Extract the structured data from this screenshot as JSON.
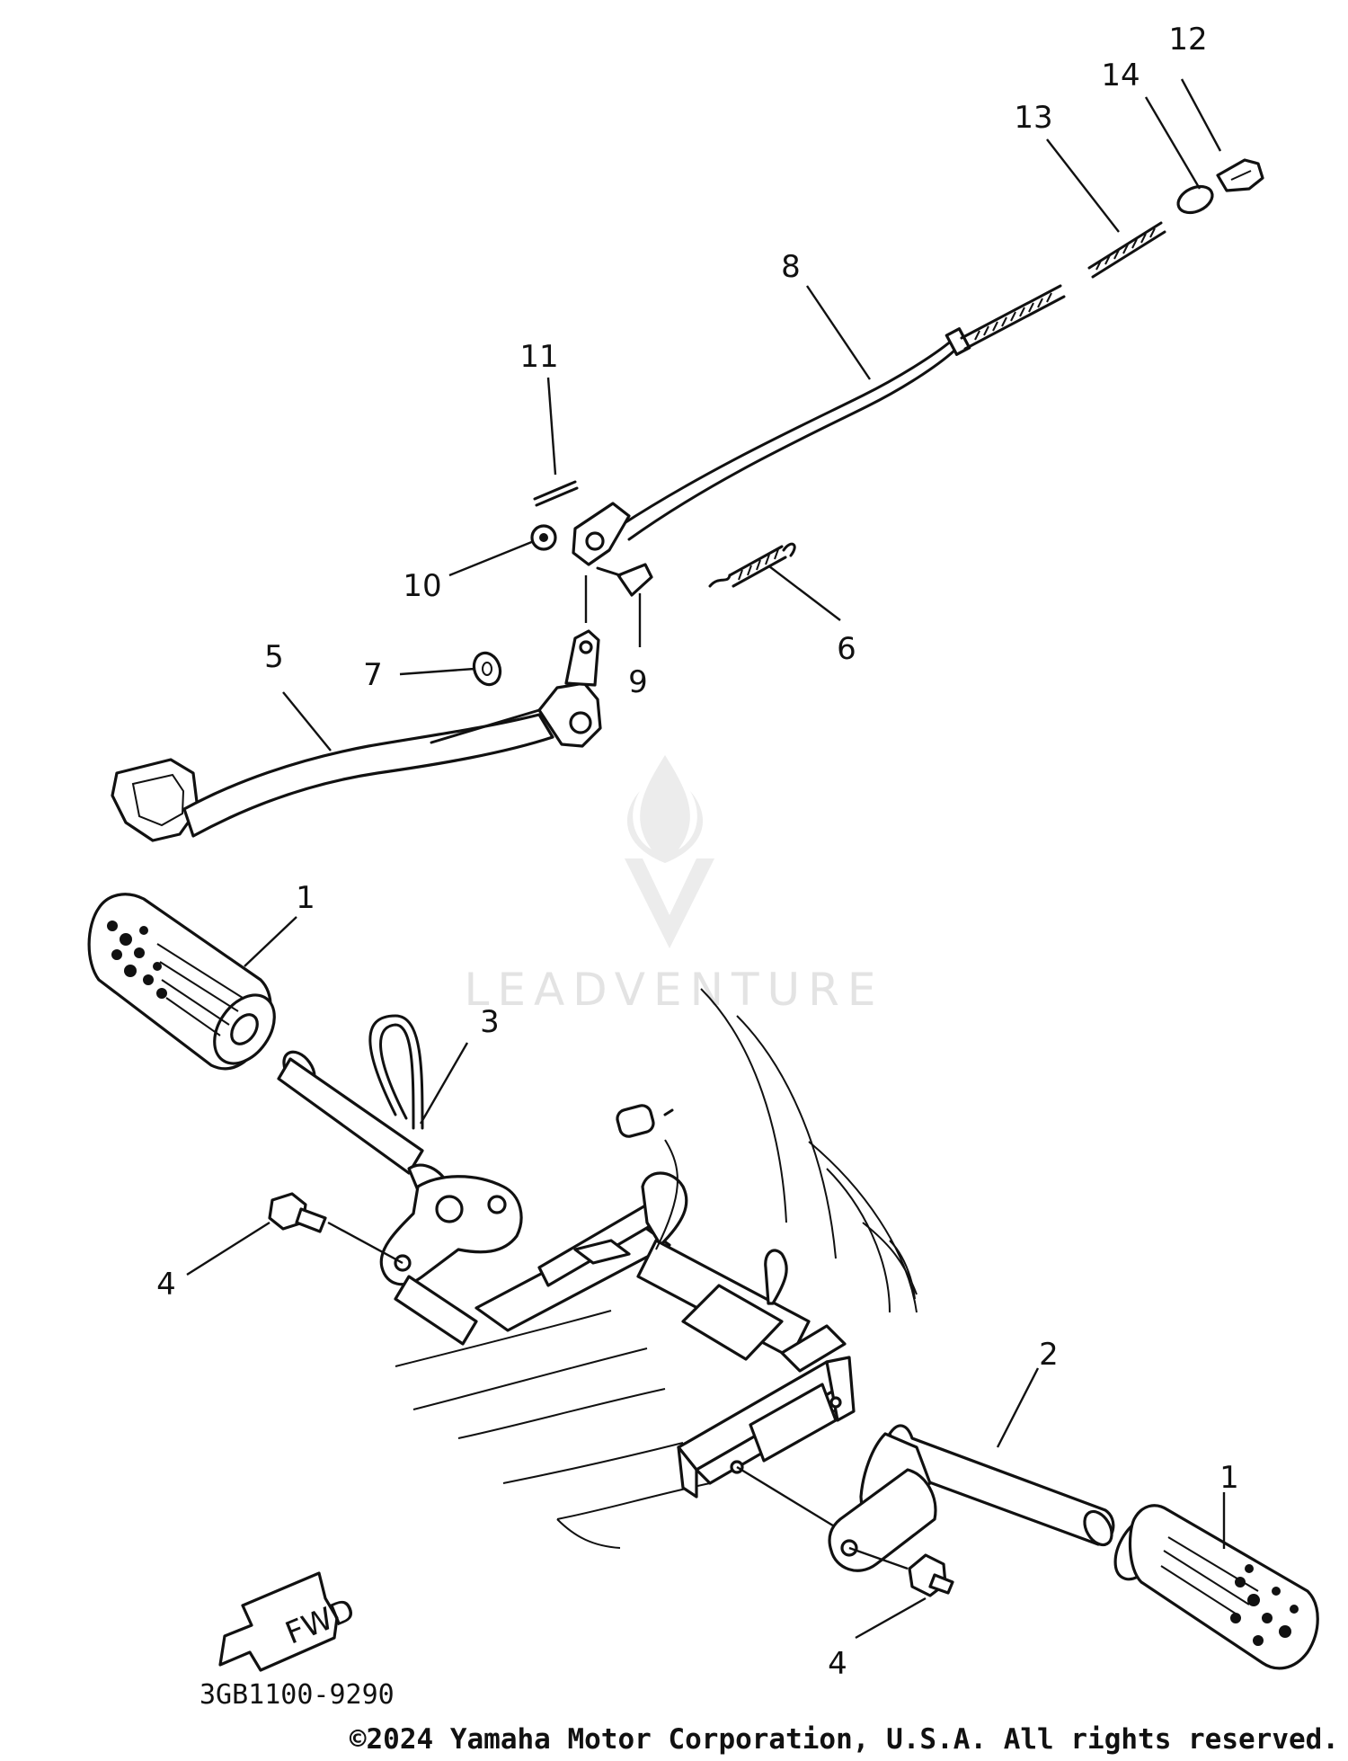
{
  "parts": {
    "footrest_left": "1",
    "footrest_right": "1",
    "stay_right": "2",
    "stay_left": "3",
    "bolt_left": "4",
    "bolt_right": "4",
    "brake_pedal": "5",
    "spring": "6",
    "washer": "7",
    "brake_rod": "8",
    "pin": "9",
    "clip": "10",
    "cotter_pin": "11",
    "adjust_nut": "12",
    "compression_spring": "13",
    "joint": "14"
  },
  "fwd_label": "FWD",
  "diagram_code": "3GB1100-9290",
  "copyright": "©2024 Yamaha Motor Corporation, U.S.A. All rights reserved.",
  "watermark": "LEADVENTURE",
  "colors": {
    "ink": "#111111",
    "background": "#ffffff",
    "watermark": "#e3e3e3"
  }
}
